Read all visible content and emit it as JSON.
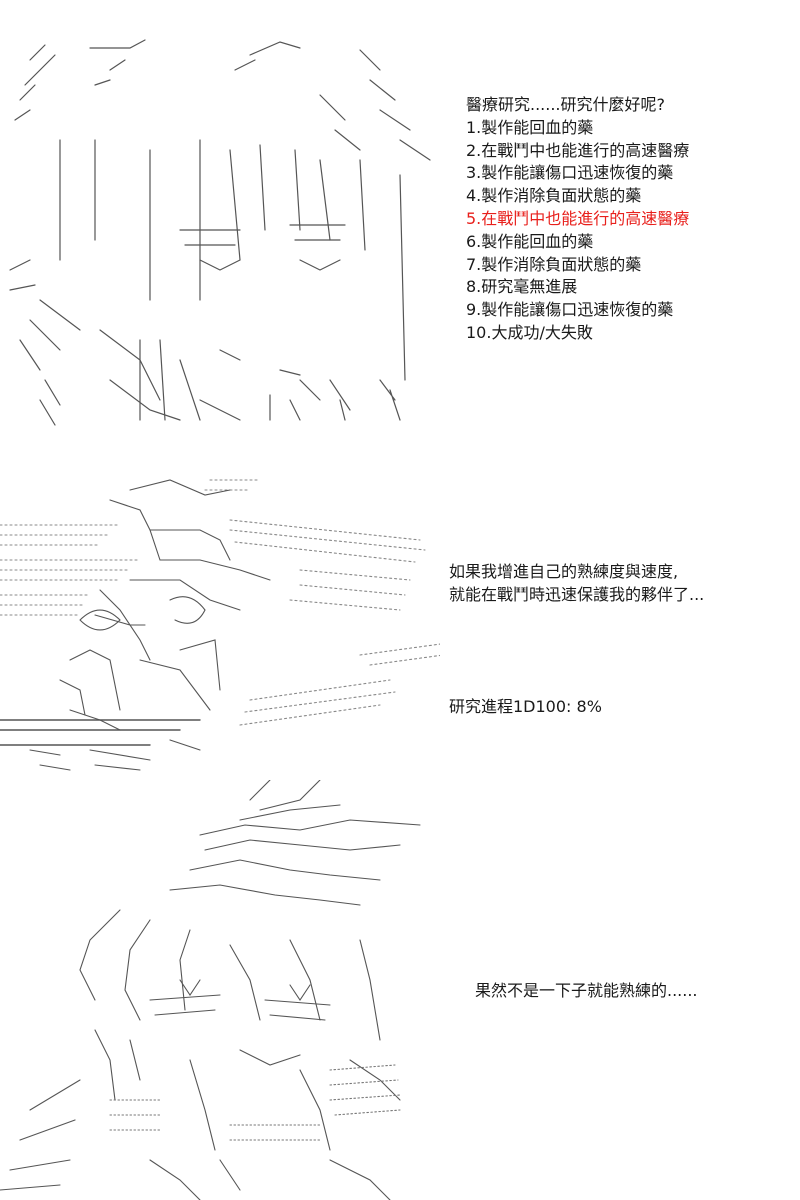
{
  "panel1": {
    "menu_title": "醫療研究......研究什麼好呢?",
    "options": [
      {
        "text": "1.製作能回血的藥",
        "highlight": false
      },
      {
        "text": "2.在戰鬥中也能進行的高速醫療",
        "highlight": false
      },
      {
        "text": "3.製作能讓傷口迅速恢復的藥",
        "highlight": false
      },
      {
        "text": "4.製作消除負面狀態的藥",
        "highlight": false
      },
      {
        "text": "5.在戰鬥中也能進行的高速醫療",
        "highlight": true
      },
      {
        "text": "6.製作能回血的藥",
        "highlight": false
      },
      {
        "text": "7.製作消除負面狀態的藥",
        "highlight": false
      },
      {
        "text": "8.研究毫無進展",
        "highlight": false
      },
      {
        "text": "9.製作能讓傷口迅速恢復的藥",
        "highlight": false
      },
      {
        "text": "10.大成功/大失敗",
        "highlight": false
      }
    ]
  },
  "panel2": {
    "dialogue": [
      "如果我增進自己的熟練度與速度,",
      "就能在戰鬥時迅速保護我的夥伴了..."
    ],
    "progress_text": "研究進程1D100:  8%"
  },
  "panel3": {
    "dialogue": "果然不是一下子就能熟練的......"
  },
  "colors": {
    "text": "#1a1a1a",
    "highlight": "#e8201c",
    "art": "#555555"
  }
}
